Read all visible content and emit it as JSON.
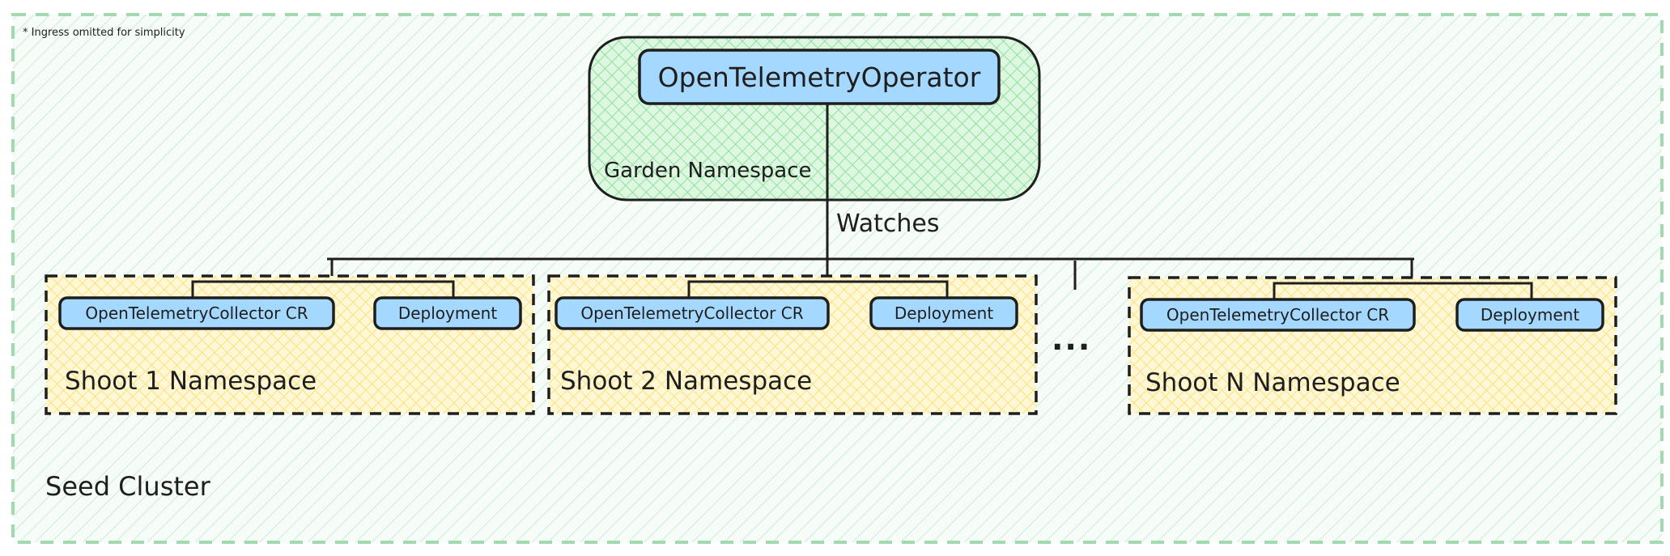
{
  "seed_cluster": {
    "label": "Seed Cluster"
  },
  "footnote": "* Ingress omitted for simplicity",
  "garden": {
    "namespace_label": "Garden Namespace",
    "operator_label": "OpenTelemetryOperator"
  },
  "edge": {
    "label": "Watches"
  },
  "shoots": [
    {
      "namespace_label": "Shoot 1 Namespace",
      "collector_label": "OpenTelemetryCollector CR",
      "deployment_label": "Deployment"
    },
    {
      "namespace_label": "Shoot 2 Namespace",
      "collector_label": "OpenTelemetryCollector CR",
      "deployment_label": "Deployment"
    },
    {
      "namespace_label": "Shoot N Namespace",
      "collector_label": "OpenTelemetryCollector CR",
      "deployment_label": "Deployment"
    }
  ],
  "ellipsis": "...",
  "colors": {
    "seed_border": "#a3d9b1",
    "seed_fill": "#eaf7ee",
    "garden_fill": "#b2f2bb",
    "shoot_fill": "#ffec99",
    "box_fill": "#a5d8ff",
    "stroke": "#1e1e1e"
  }
}
